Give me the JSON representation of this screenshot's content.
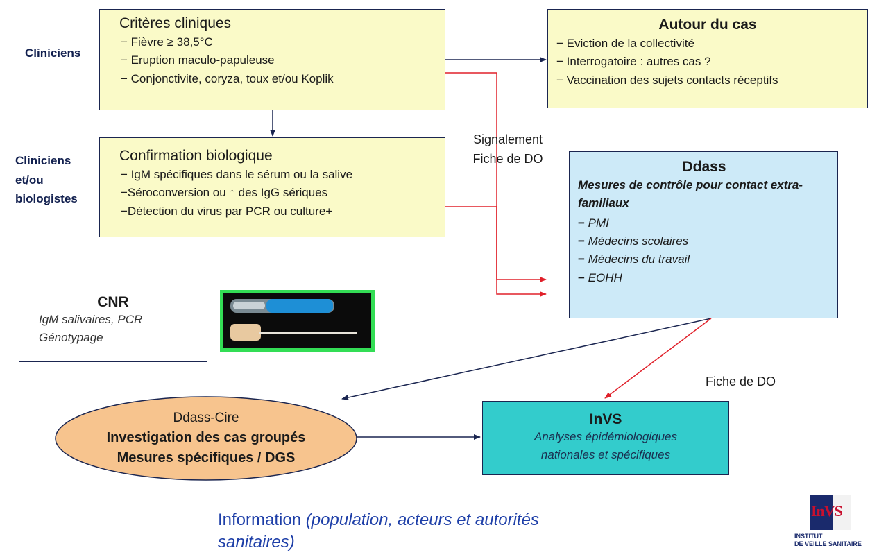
{
  "labels": {
    "cliniciens": "Cliniciens",
    "cliniciens_biologistes": [
      "Cliniciens",
      "et/ou",
      "biologistes"
    ]
  },
  "criteres": {
    "title": "Critères cliniques",
    "items": [
      "− Fièvre ≥ 38,5°C",
      "− Eruption maculo-papuleuse",
      "− Conjonctivite, coryza, toux et/ou Koplik"
    ]
  },
  "confirmation": {
    "title": "Confirmation biologique",
    "items": [
      "− IgM spécifiques dans le sérum ou la salive",
      "−Séroconversion ou ↑ des IgG sériques",
      "−Détection du virus par PCR ou culture+"
    ]
  },
  "autour": {
    "title": "Autour du cas",
    "items": [
      "− Eviction de la collectivité",
      "− Interrogatoire : autres cas ?",
      "− Vaccination des sujets contacts réceptifs"
    ]
  },
  "signalement": [
    "Signalement",
    "Fiche de DO"
  ],
  "ddass": {
    "title": "Ddass",
    "subtitle": "Mesures de contrôle pour contact extra-familiaux",
    "items": [
      "PMI",
      "Médecins scolaires",
      "Médecins du travail",
      "EOHH"
    ],
    "dash": "−"
  },
  "cnr": {
    "title": "CNR",
    "lines": [
      "IgM salivaires, PCR",
      "Génotypage"
    ]
  },
  "fiche_do": "Fiche de DO",
  "ddass_cire": {
    "title": "Ddass-Cire",
    "lines": [
      "Investigation des cas groupés",
      "Mesures spécifiques / DGS"
    ]
  },
  "invs": {
    "title": "InVS",
    "lines": [
      "Analyses épidémiologiques",
      "nationales et spécifiques"
    ]
  },
  "information": {
    "main": "Information",
    "detail_1": "(population, acteurs et autorités",
    "detail_2": "sanitaires)"
  },
  "logo": {
    "letters": "InVS",
    "line1": "INSTITUT",
    "line2": "DE VEILLE SANITAIRE"
  },
  "colors": {
    "navy": "#1a2550",
    "red_arrow": "#e0202a",
    "yellow_box": "#fafac8",
    "ddass_box": "#cdeaf8",
    "invs_box": "#33cccc",
    "ellipse": "#f7c48e",
    "info_text": "#1e3fa8"
  }
}
